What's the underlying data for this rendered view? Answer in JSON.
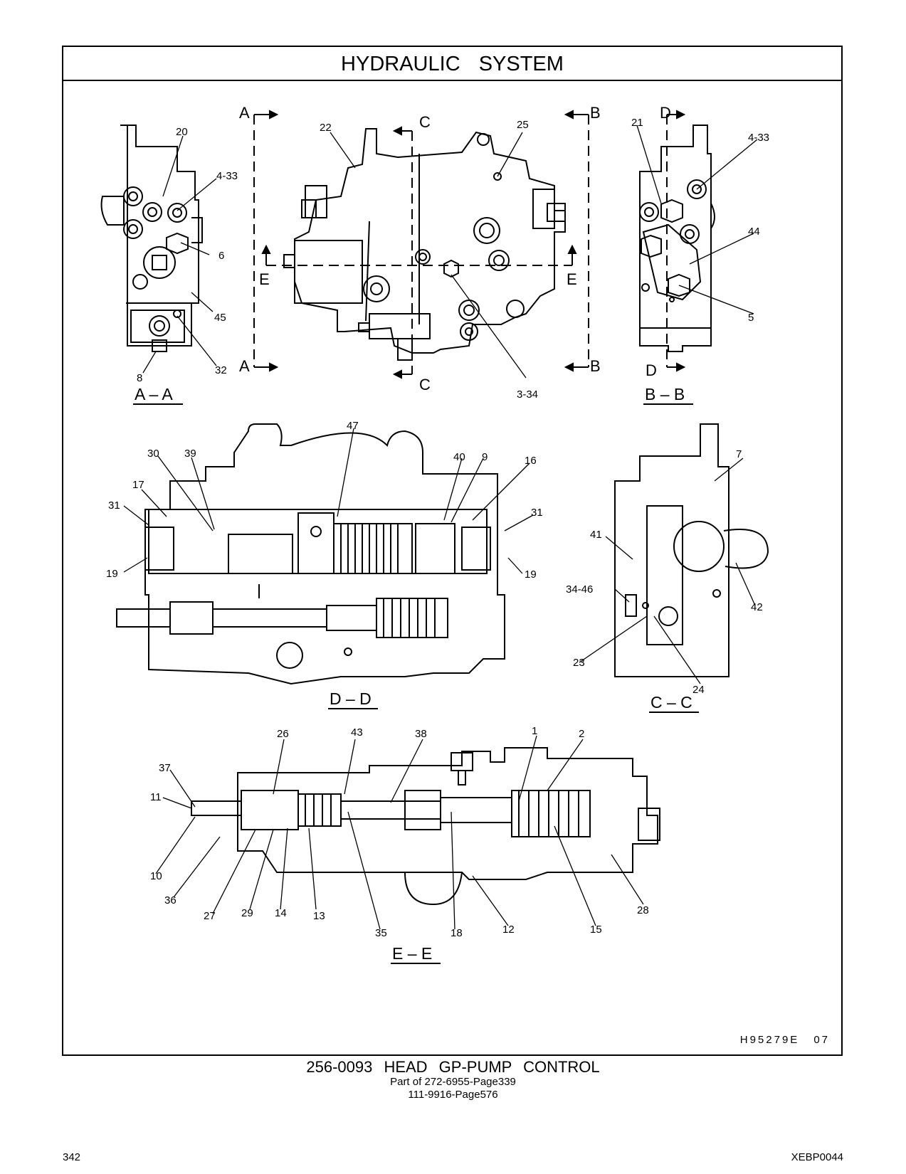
{
  "header": {
    "title": "HYDRAULIC   SYSTEM"
  },
  "sections": {
    "aa": {
      "label": "A – A",
      "letter": "A",
      "callouts": [
        "20",
        "4-33",
        "6",
        "45",
        "32",
        "8"
      ]
    },
    "main": {
      "section_letters": {
        "a": "A",
        "b": "B",
        "c": "C",
        "e": "E"
      },
      "callouts": [
        "22",
        "25",
        "3-34"
      ]
    },
    "bb": {
      "label": "B – B",
      "letter": "B",
      "d_letter": "D",
      "callouts": [
        "21",
        "4-33",
        "44",
        "5"
      ]
    },
    "dd": {
      "label": "D – D",
      "callouts": [
        "47",
        "30",
        "39",
        "40",
        "9",
        "16",
        "17",
        "31",
        "31",
        "19",
        "19"
      ]
    },
    "cc": {
      "label": "C – C",
      "callouts": [
        "7",
        "41",
        "34-46",
        "42",
        "23",
        "24"
      ]
    },
    "ee": {
      "label": "E – E",
      "callouts": [
        "26",
        "43",
        "38",
        "1",
        "2",
        "37",
        "11",
        "10",
        "36",
        "27",
        "29",
        "14",
        "13",
        "35",
        "18",
        "12",
        "15",
        "28"
      ]
    }
  },
  "drawing_number": {
    "code": "H95279E",
    "rev": "07"
  },
  "footer": {
    "title": "256-0093   HEAD  GP-PUMP  CONTROL",
    "line1": "Part of 272-6955-Page339",
    "line2": "111-9916-Page576"
  },
  "page_number": "342",
  "doc_id": "XEBP0044"
}
